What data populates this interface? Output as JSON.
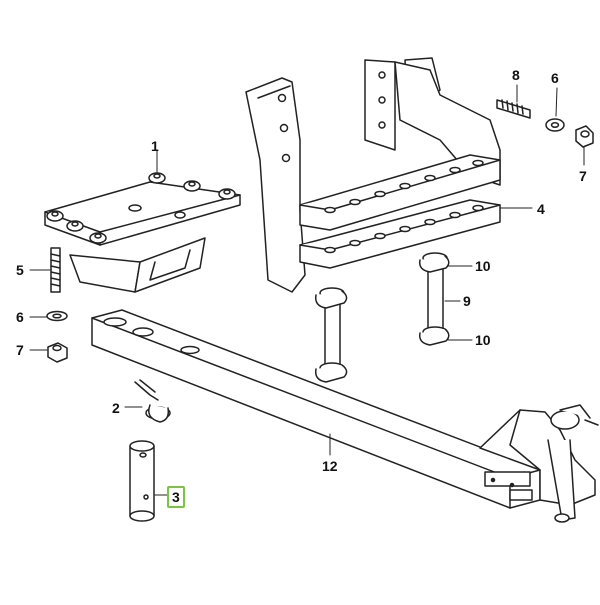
{
  "diagram": {
    "colors": {
      "line": "#222222",
      "fill": "#ffffff",
      "highlight": "#7dc242"
    },
    "callouts": [
      {
        "id": "1",
        "label": "1"
      },
      {
        "id": "2",
        "label": "2"
      },
      {
        "id": "3",
        "label": "3",
        "highlighted": true
      },
      {
        "id": "4",
        "label": "4"
      },
      {
        "id": "5",
        "label": "5"
      },
      {
        "id": "6a",
        "label": "6"
      },
      {
        "id": "6b",
        "label": "6"
      },
      {
        "id": "7a",
        "label": "7"
      },
      {
        "id": "7b",
        "label": "7"
      },
      {
        "id": "8",
        "label": "8"
      },
      {
        "id": "9",
        "label": "9"
      },
      {
        "id": "10a",
        "label": "10"
      },
      {
        "id": "10b",
        "label": "10"
      },
      {
        "id": "12",
        "label": "12"
      }
    ]
  }
}
